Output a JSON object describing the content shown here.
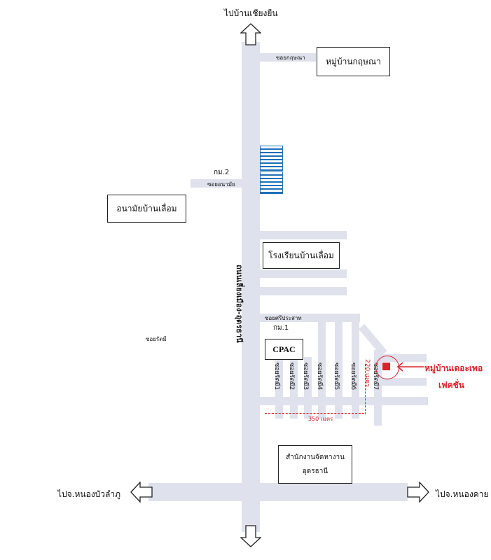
{
  "directions": {
    "north": "ไปบ้านเชียงยืน",
    "west": "ไปจ.หนองบัวลำภู",
    "east": "ไปจ.หนองคาย"
  },
  "main_road": "ถนนเลี่ยงเมือง-อุดรธานี",
  "places": {
    "kotchana_village": "หมู่บ้านกฤษณา",
    "health_center": "อนามัยบ้านเลื่อม",
    "school": "โรงเรียนบ้านเลื่อม",
    "cpac": "CPAC",
    "office_line1": "สำนักงานจัดหางาน",
    "office_line2": "อุดรธานี",
    "destination_line1": "หมู่บ้านเดอะเพอ",
    "destination_line2": "เฟคชั่น"
  },
  "roads": {
    "soi_kotchana": "ซอยกฤษณา",
    "soi_anamai": "ซอยอนามัย",
    "soi_sriprasat": "ซอยศรีประสาท",
    "soi_ratmee": "ซอยรัตมี",
    "km2": "กม.2",
    "km1": "กม.1",
    "soi_r1": "ซอยรัตมี1",
    "soi_r2": "ซอยรัตมี2",
    "soi_r3": "ซอยรัตมี3",
    "soi_r4": "ซอยรัตมี4",
    "soi_r5": "ซอยรัตมี5",
    "soi_r6": "ซอยรัตมี6",
    "soi_r7": "ซอยรัตมี7"
  },
  "distances": {
    "horizontal": "350 เมตร",
    "vertical": "220 เมตร"
  },
  "colors": {
    "road": "#dfe2ec",
    "accent": "#d8232a",
    "crosswalk": "#1f6fb5"
  }
}
